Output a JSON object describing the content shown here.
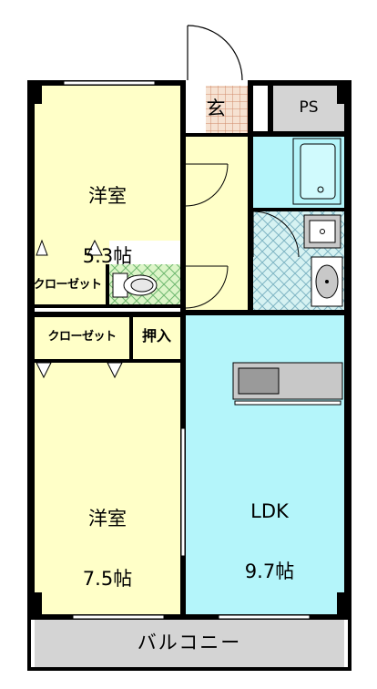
{
  "rooms": {
    "bedroom_top": {
      "name": "洋室",
      "size": "5.3帖"
    },
    "bedroom_bottom": {
      "name": "洋室",
      "size": "7.5帖"
    },
    "ldk": {
      "name": "LDK",
      "size": "9.7帖"
    },
    "closet_upper": "クローゼット",
    "closet_lower": "クローゼット",
    "oshiire": "押入",
    "genkan": "玄",
    "ps": "PS",
    "balcony": "バルコニー"
  },
  "colors": {
    "wall": "#000000",
    "bedroom": "#ffffc8",
    "ldk": "#b4f5fa",
    "corridor": "#ffffc8",
    "closet": "#ffffc8",
    "wet_area_tile": "#c8f0f0",
    "toilet_tile": "#d7f3bf",
    "genkan_tile": "#f3dccb",
    "balcony": "#d4d4d4",
    "ps": "#d4d4d4",
    "fixture": "#c8c8c8"
  }
}
